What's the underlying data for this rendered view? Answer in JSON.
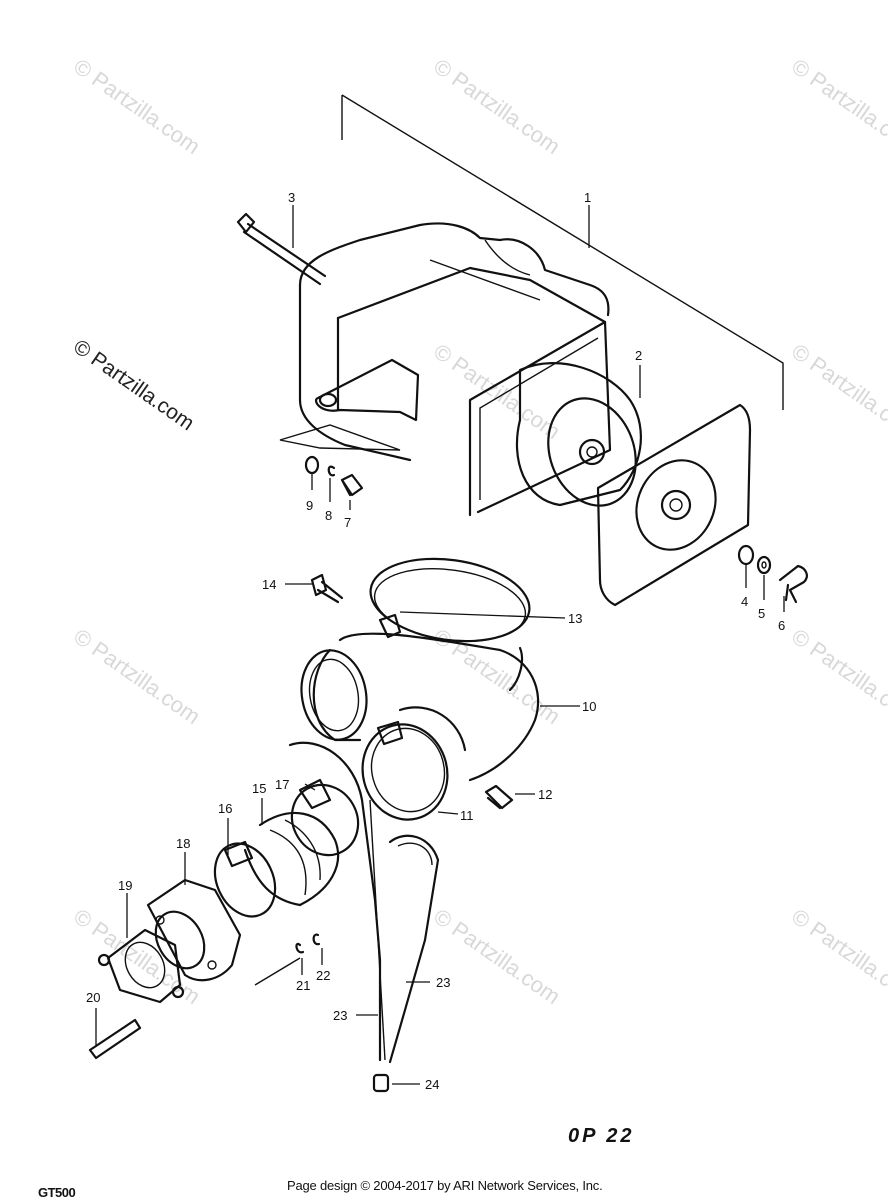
{
  "watermark": "© Partzilla.com",
  "callouts": {
    "p1": "1",
    "p2": "2",
    "p3": "3",
    "p4": "4",
    "p5": "5",
    "p6": "6",
    "p7": "7",
    "p8": "8",
    "p9": "9",
    "p10": "10",
    "p11": "11",
    "p12": "12",
    "p13": "13",
    "p14": "14",
    "p15": "15",
    "p16": "16",
    "p17": "17",
    "p18": "18",
    "p19": "19",
    "p20": "20",
    "p21": "21",
    "p22": "22",
    "p23a": "23",
    "p23b": "23",
    "p24": "24"
  },
  "footer": {
    "copyright": "Page design © 2004-2017 by ARI Network Services, Inc.",
    "model": "GT500",
    "page_code": "0P 22"
  }
}
